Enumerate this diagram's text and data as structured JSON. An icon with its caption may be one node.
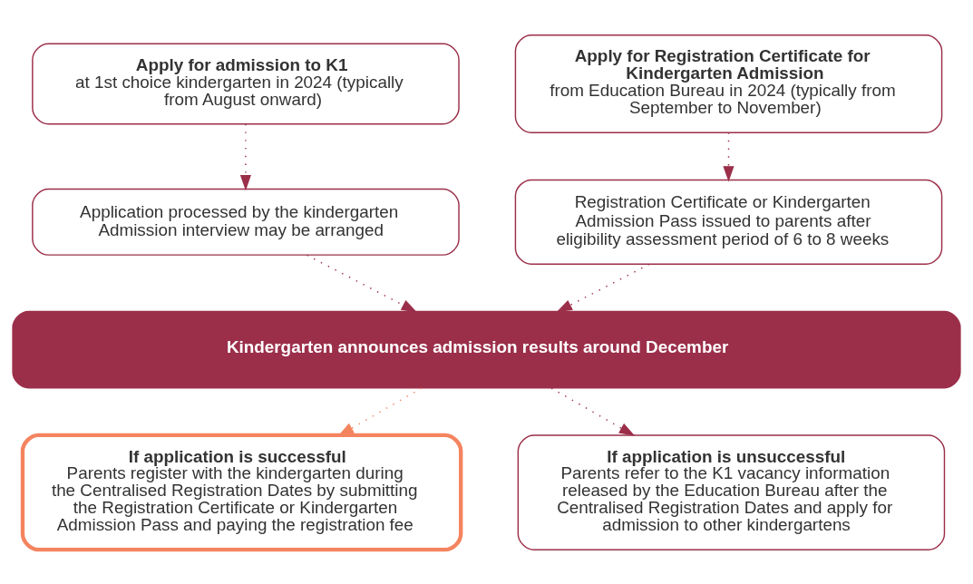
{
  "diagram": {
    "nodes": [
      {
        "text": [
          "Apply for admission to K1",
          "at 1st choice kindergarten in 2024 (typically from August onward)"
        ]
      },
      {
        "text": [
          "Apply for Registration Certificate for Kindergarten Admission",
          "from Education Bureau in 2024 (typically from September to November)"
        ]
      },
      {
        "text": [
          "Application processed by the kindergarten Admission interview may be arranged"
        ]
      },
      {
        "text": [
          "Registration Certificate or Kindergarten Admission Pass issued to parents after eligibility assessment period of 6 to 8 weeks"
        ]
      },
      {
        "text": [
          "Kindergarten announces admission results around December"
        ]
      },
      {
        "text": [
          "If application is successful",
          "Parents register with the kindergarten during the Centralised Registration Dates by submitting the Registration Certificate or Kindergarten Admission Pass and paying the registration fee"
        ]
      },
      {
        "text": [
          "If application is unsuccessful",
          "Parents refer to the K1 vacancy information released by the Education Bureau after the Centralised Registration Dates and apply for admission to other kindergartens"
        ]
      }
    ],
    "edges": [
      {
        "from": 0,
        "to": 2,
        "arrow": "to"
      },
      {
        "from": 1,
        "to": 3,
        "arrow": "to"
      },
      {
        "from": 2,
        "to": 4,
        "arrow": "to"
      },
      {
        "from": 3,
        "to": 4,
        "arrow": "to"
      },
      {
        "from": 4,
        "to": 5,
        "arrow": "to",
        "color": "#f4845f"
      },
      {
        "from": 4,
        "to": 6,
        "arrow": "to"
      }
    ]
  }
}
